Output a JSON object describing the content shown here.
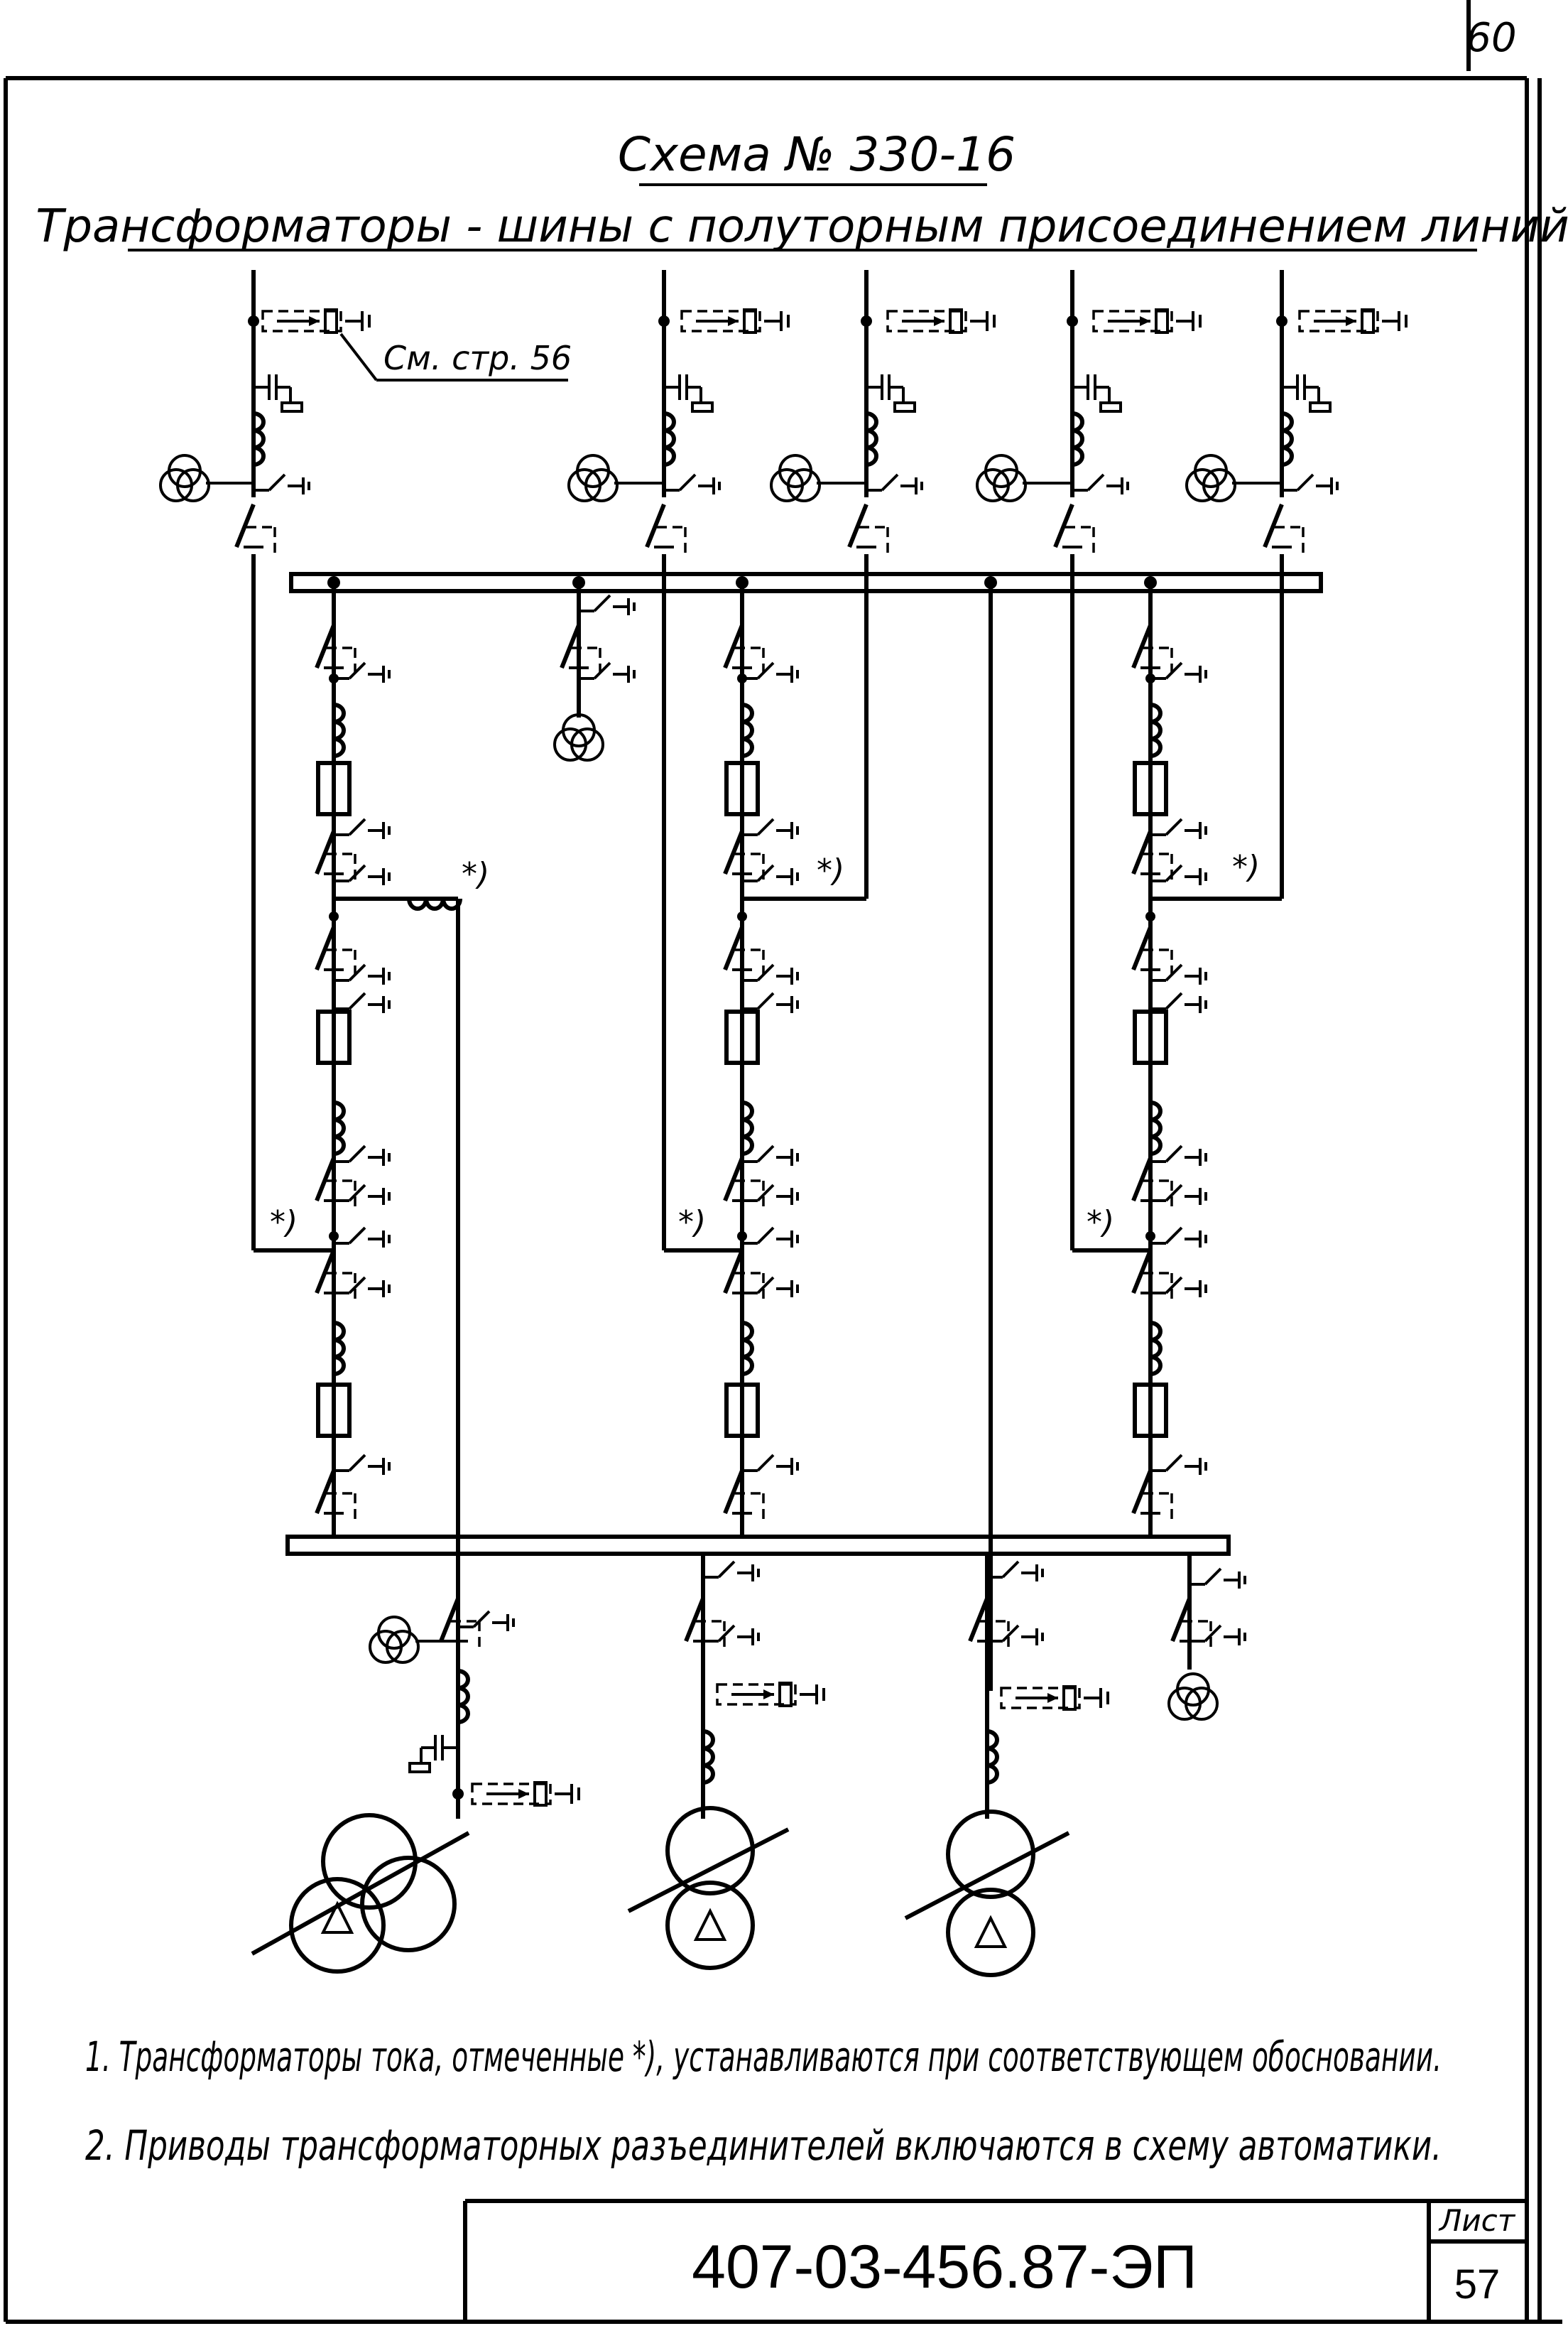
{
  "sheet": {
    "corner_number": "60",
    "title": "Схема № 330-16",
    "subtitle": "Трансформаторы - шины с полуторным присоединением линий",
    "reference": "См. стр. 56",
    "asterisk": "*)"
  },
  "notes": [
    "1. Трансформаторы тока, отмеченные *), устанавливаются при соответствующем обосновании.",
    "2. Приводы трансформаторных разъединителей включаются в схему автоматики."
  ],
  "title_block": {
    "document_code": "407-03-456.87-ЭП",
    "sheet_label": "Лист",
    "sheet_number": "57"
  },
  "colors": {
    "ink": "#000000",
    "paper": "#ffffff"
  }
}
